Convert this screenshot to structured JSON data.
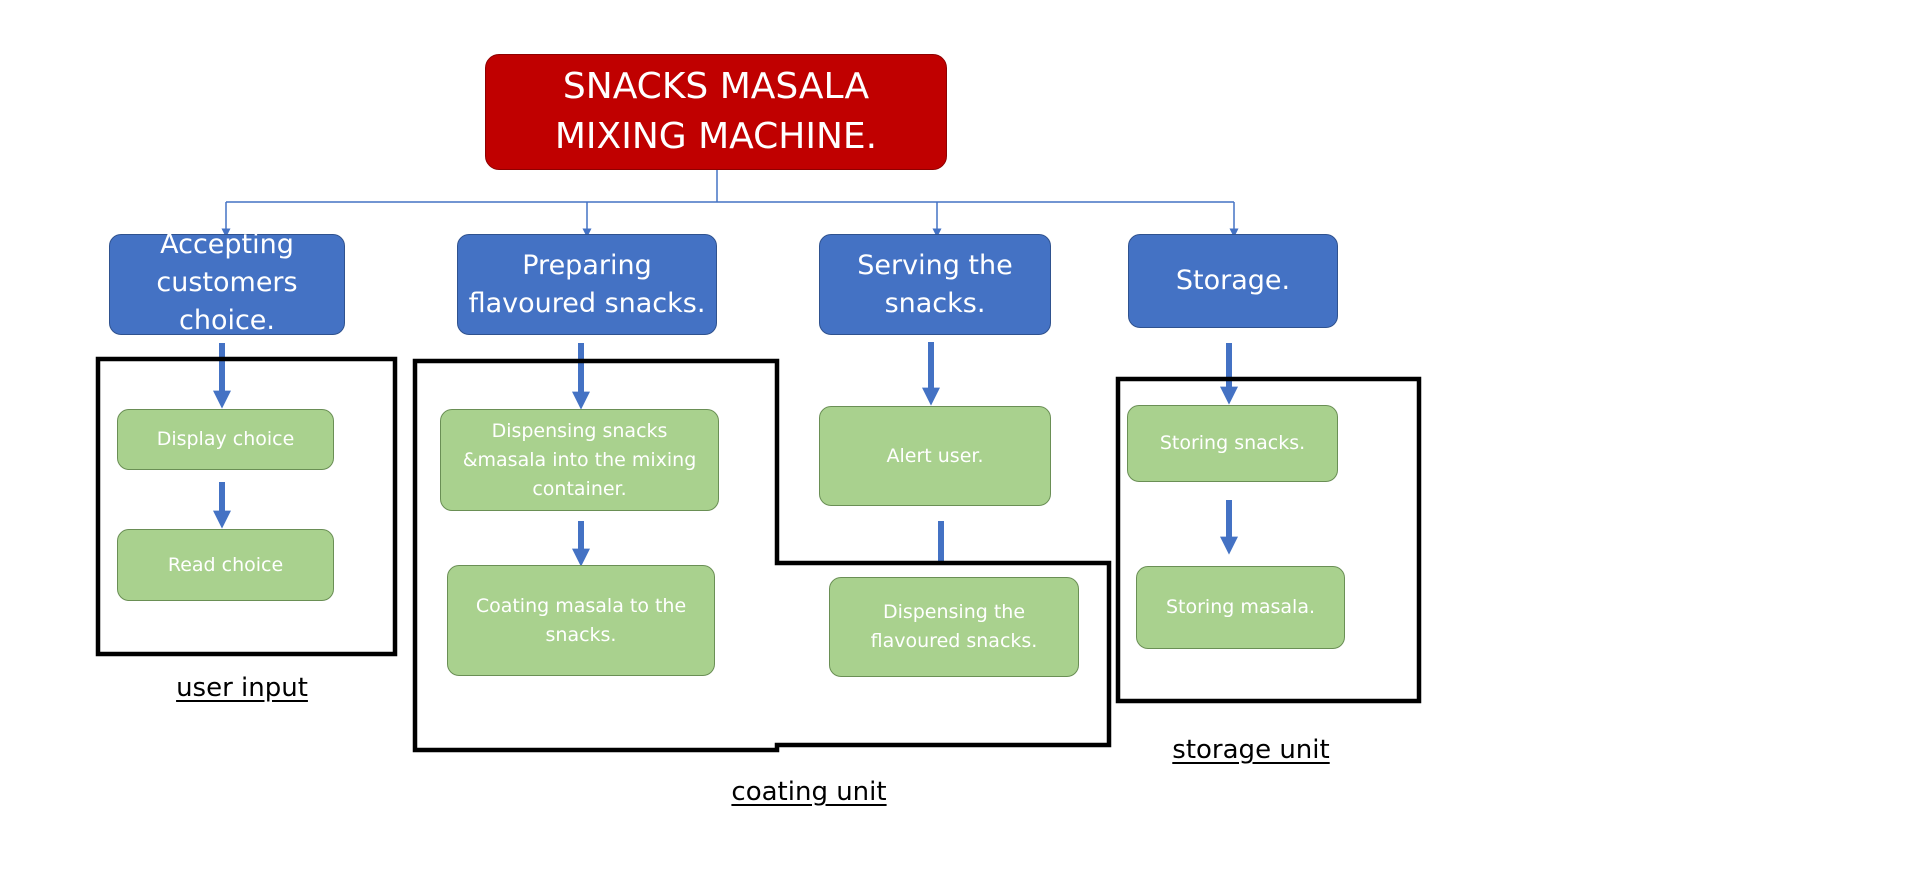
{
  "root": {
    "label": "SNACKS MASALA\nMIXING MACHINE."
  },
  "branches": [
    {
      "label": "Accepting\ncustomers\nchoice."
    },
    {
      "label": "Preparing\nflavoured snacks."
    },
    {
      "label": "Serving the\nsnacks."
    },
    {
      "label": "Storage."
    }
  ],
  "leaves": {
    "display_choice": "Display choice",
    "read_choice": "Read choice",
    "dispensing_snacks_masala": "Dispensing snacks\n&masala into the mixing\ncontainer.",
    "coating_masala": "Coating masala to the\nsnacks.",
    "alert_user": "Alert user.",
    "dispensing_flavoured": "Dispensing the\nflavoured snacks.",
    "storing_snacks": "Storing snacks.",
    "storing_masala": "Storing masala."
  },
  "units": {
    "user_input": "user input",
    "coating_unit": "coating unit",
    "storage_unit": "storage unit"
  },
  "colors": {
    "root_fill": "#c00000",
    "branch_fill": "#4472c4",
    "leaf_fill": "#a9d18e",
    "connector": "#4472c4",
    "group_border": "#000000"
  }
}
